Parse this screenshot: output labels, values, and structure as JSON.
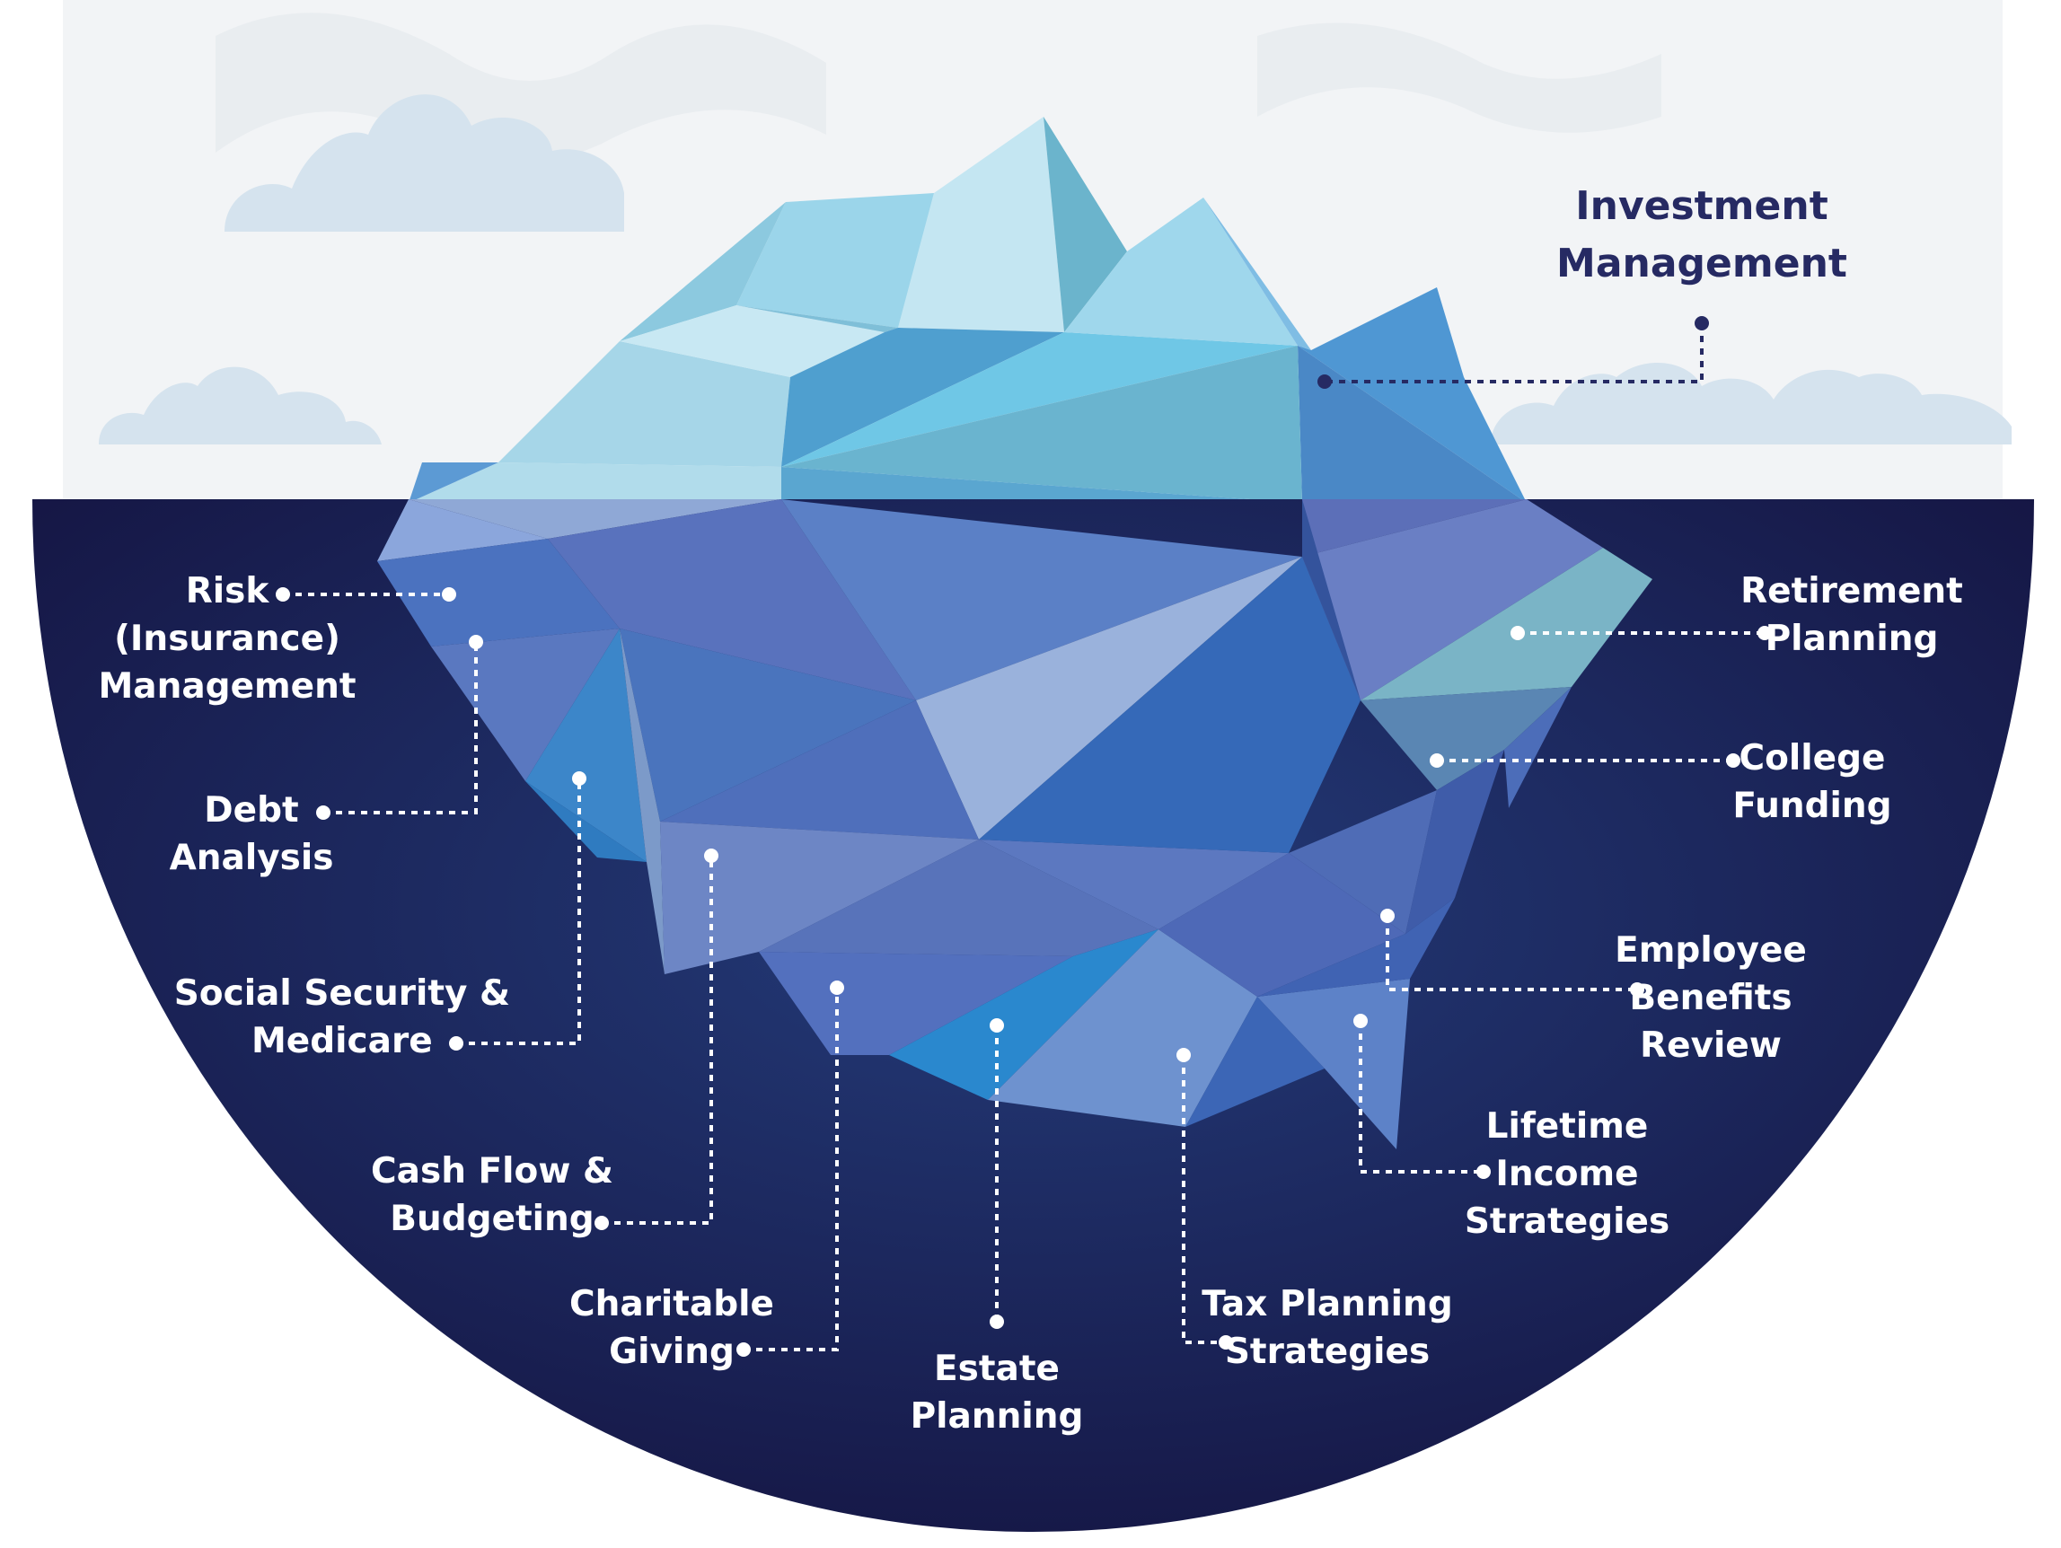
{
  "colors": {
    "sky": "#f2f4f6",
    "cloud": "#d5e3ee",
    "ocean_dark": "#141340",
    "ocean_mid": "#243c7a",
    "leader_above": "#262a63",
    "leader_below": "#ffffff",
    "label_above": "#262a63",
    "label_below": "#ffffff"
  },
  "top_label": {
    "lines": [
      "Investment",
      "Management"
    ]
  },
  "labels": {
    "risk": [
      "Risk",
      "(Insurance)",
      "Management"
    ],
    "debt": [
      "Debt",
      "Analysis"
    ],
    "social": [
      "Social Security &",
      "Medicare"
    ],
    "cashflow": [
      "Cash Flow &",
      "Budgeting"
    ],
    "charitable": [
      "Charitable",
      "Giving"
    ],
    "estate": [
      "Estate",
      "Planning"
    ],
    "tax": [
      "Tax Planning",
      "Strategies"
    ],
    "lifetime": [
      "Lifetime",
      "Income",
      "Strategies"
    ],
    "employee": [
      "Employee",
      "Benefits",
      "Review"
    ],
    "college": [
      "College",
      "Funding"
    ],
    "retirement": [
      "Retirement",
      "Planning"
    ]
  }
}
